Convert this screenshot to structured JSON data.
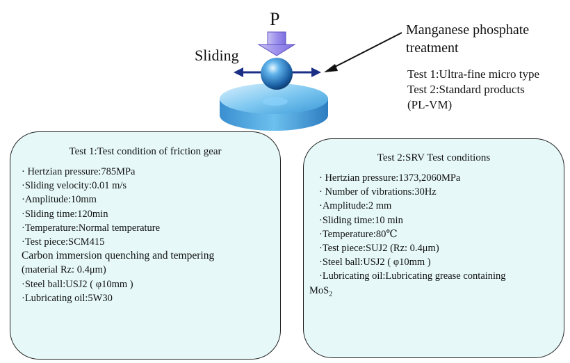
{
  "diagram": {
    "load_label": "P",
    "sliding_label": "Sliding",
    "treatment_title": "Manganese phosphate treatment",
    "tests_text": [
      "Test 1:Ultra-fine micro type",
      "Test 2:Standard products",
      "(PL-VM)"
    ],
    "colors": {
      "disc": "#5ab4ea",
      "ball": "#1f6fb8",
      "load_arrow": "#9d8fe6",
      "slide_arrow": "#1b2f86"
    }
  },
  "test1": {
    "title": "Test 1:Test condition of friction gear",
    "lines": [
      "· Hertzian pressure:785MPa",
      "·Sliding velocity:0.01 m/s",
      "·Amplitude:10mm",
      "·Sliding time:120min",
      "·Temperature:Normal temperature",
      "·Test piece:SCM415",
      "Carbon immersion quenching and tempering",
      "(material Rz: 0.4μm)",
      "·Steel ball:USJ2 ( φ10mm )",
      "·Lubricating oil:5W30"
    ]
  },
  "test2": {
    "title": "Test 2:SRV Test conditions",
    "lines": [
      "· Hertzian pressure:1373,2060MPa",
      "· Number of vibrations:30Hz",
      "·Amplitude:2 mm",
      "·Sliding time:10 min",
      "·Temperature:80℃",
      "·Test piece:SUJ2 (Rz: 0.4μm)",
      "·Steel ball:USJ2 ( φ10mm )",
      "·Lubricating oil:Lubricating grease containing"
    ],
    "last_line_text": "MoS",
    "last_line_sub": "2"
  }
}
